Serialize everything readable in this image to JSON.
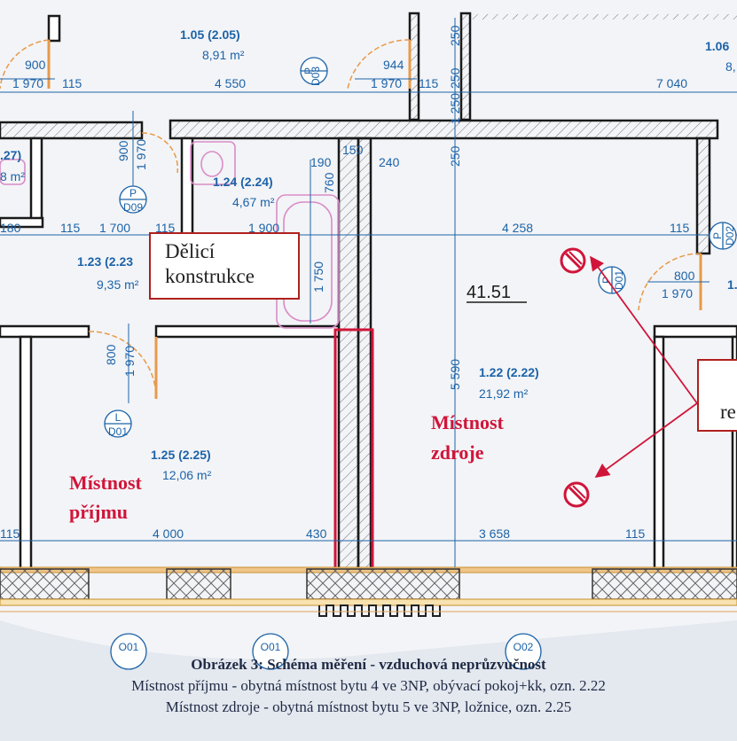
{
  "caption": {
    "title": "Obrázek 3: Schéma měření - vzduchová neprůzvučnost",
    "line1": "Místnost příjmu - obytná místnost bytu 4 ve 3NP, obývací pokoj+kk, ozn. 2.22",
    "line2": "Místnost zdroje - obytná místnost bytu 5 ve 3NP, ložnice, ozn. 2.25"
  },
  "callouts": {
    "partition": [
      "Dělicí",
      "konstrukce"
    ],
    "partial": "re"
  },
  "rooms": [
    {
      "id": "r105",
      "number": "1.05 (2.05)",
      "area": "8,91 m²"
    },
    {
      "id": "r106",
      "number": "1.06",
      "area": "8,"
    },
    {
      "id": "r127",
      "number": ".27)",
      "area": "8 m²"
    },
    {
      "id": "r124",
      "number": "1.24 (2.24)",
      "area": "4,67 m²"
    },
    {
      "id": "r123",
      "number": "1.23 (2.23",
      "area": "9,35 m²"
    },
    {
      "id": "r122",
      "number": "1.22 (2.22)",
      "area": "21,92 m²"
    },
    {
      "id": "r125",
      "number": "1.25 (2.25)",
      "area": "12,06 m²"
    },
    {
      "id": "r1x",
      "number": "1.",
      "area": ""
    }
  ],
  "labels": {
    "receive": [
      "Místnost",
      "příjmu"
    ],
    "source": [
      "Místnost",
      "zdroje"
    ],
    "height": "41.51"
  },
  "dims": {
    "top": [
      "900",
      "1 970",
      "115",
      "4 550",
      "944",
      "1 970",
      "115",
      "7 040"
    ],
    "vertical": [
      "250",
      "250",
      "1 250",
      "250",
      "900",
      "1 970",
      "760",
      "800",
      "1 970",
      "5 590",
      "1 750"
    ],
    "mid": [
      "180",
      "115",
      "1 700",
      "115",
      "1 900",
      "190",
      "150",
      "240",
      "4 258",
      "115",
      "800",
      "1 970"
    ],
    "bottom": [
      "115",
      "4 000",
      "430",
      "3 658",
      "115"
    ]
  },
  "tags": [
    {
      "letter": "P",
      "code": "D03"
    },
    {
      "letter": "P",
      "code": "D09"
    },
    {
      "letter": "L",
      "code": "D01"
    },
    {
      "letter": "P",
      "code": "D01"
    },
    {
      "letter": "P",
      "code": "D02"
    },
    {
      "letter": "",
      "code": "O01"
    },
    {
      "letter": "",
      "code": "O01"
    },
    {
      "letter": "",
      "code": "O02"
    }
  ],
  "colors": {
    "dimension": "#1c63a8",
    "wall": "#1a1a1a",
    "measurement_red": "#d0153a",
    "door_orange": "#e79a4a",
    "bath_pink": "#d98cc7"
  }
}
